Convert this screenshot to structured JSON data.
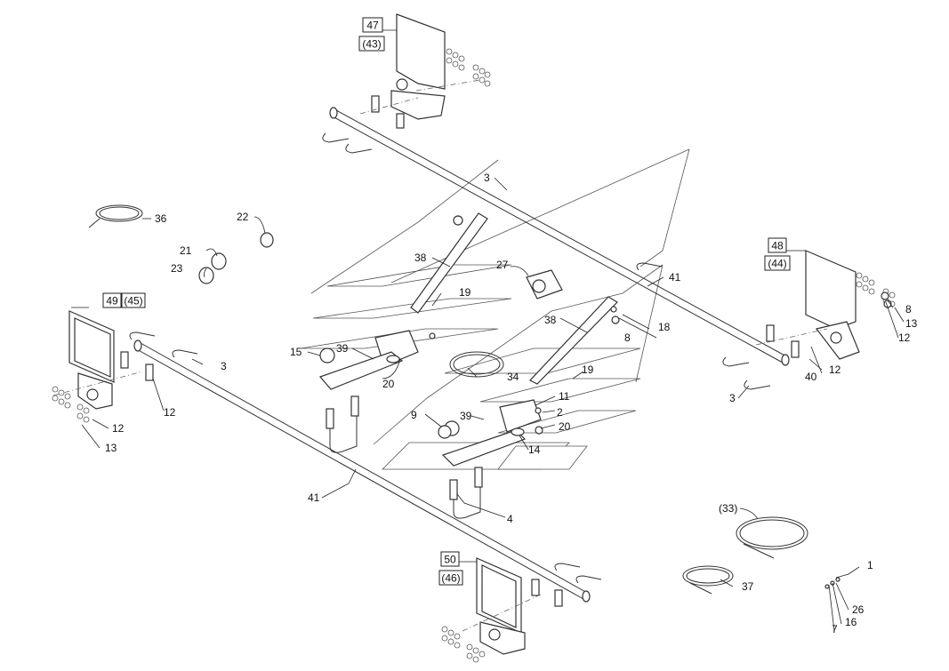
{
  "callouts": [
    {
      "id": "c1",
      "text": "1"
    },
    {
      "id": "c2",
      "text": "2"
    },
    {
      "id": "c3a",
      "text": "3"
    },
    {
      "id": "c3b",
      "text": "3"
    },
    {
      "id": "c3c",
      "text": "3"
    },
    {
      "id": "c4",
      "text": "4"
    },
    {
      "id": "c7",
      "text": "7"
    },
    {
      "id": "c8a",
      "text": "8"
    },
    {
      "id": "c8b",
      "text": "8"
    },
    {
      "id": "c9",
      "text": "9"
    },
    {
      "id": "c11",
      "text": "11"
    },
    {
      "id": "c12a",
      "text": "12"
    },
    {
      "id": "c12b",
      "text": "12"
    },
    {
      "id": "c12c",
      "text": "12"
    },
    {
      "id": "c12d",
      "text": "12"
    },
    {
      "id": "c13a",
      "text": "13"
    },
    {
      "id": "c13b",
      "text": "13"
    },
    {
      "id": "c14",
      "text": "14"
    },
    {
      "id": "c15",
      "text": "15"
    },
    {
      "id": "c16",
      "text": "16"
    },
    {
      "id": "c18",
      "text": "18"
    },
    {
      "id": "c19a",
      "text": "19"
    },
    {
      "id": "c19b",
      "text": "19"
    },
    {
      "id": "c20a",
      "text": "20"
    },
    {
      "id": "c20b",
      "text": "20"
    },
    {
      "id": "c21",
      "text": "21"
    },
    {
      "id": "c22",
      "text": "22"
    },
    {
      "id": "c23",
      "text": "23"
    },
    {
      "id": "c26",
      "text": "26"
    },
    {
      "id": "c27",
      "text": "27"
    },
    {
      "id": "c33",
      "text": "(33)"
    },
    {
      "id": "c34",
      "text": "34"
    },
    {
      "id": "c36",
      "text": "36"
    },
    {
      "id": "c37",
      "text": "37"
    },
    {
      "id": "c38a",
      "text": "38"
    },
    {
      "id": "c38b",
      "text": "38"
    },
    {
      "id": "c39a",
      "text": "39"
    },
    {
      "id": "c39b",
      "text": "39"
    },
    {
      "id": "c40",
      "text": "40"
    },
    {
      "id": "c41a",
      "text": "41"
    },
    {
      "id": "c41b",
      "text": "41"
    }
  ],
  "boxed": [
    {
      "id": "b47",
      "text": "47"
    },
    {
      "id": "b43",
      "text": "(43)"
    },
    {
      "id": "b48",
      "text": "48"
    },
    {
      "id": "b44",
      "text": "(44)"
    },
    {
      "id": "b49",
      "text": "49"
    },
    {
      "id": "b45",
      "text": "(45)"
    },
    {
      "id": "b50",
      "text": "50"
    },
    {
      "id": "b46",
      "text": "(46)"
    }
  ]
}
